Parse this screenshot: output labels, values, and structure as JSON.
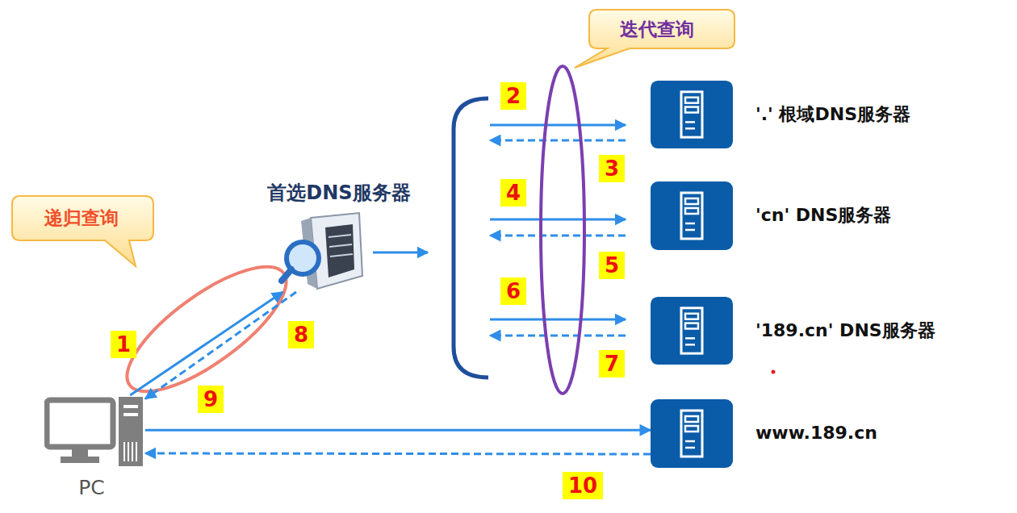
{
  "diagram": {
    "nodes": [
      {
        "text": [
          "PC"
        ]
      },
      {
        "text": [
          "首选DNS服务器"
        ]
      },
      {
        "text": [
          "'.' 根域DNS服务器"
        ]
      },
      {
        "text": [
          "'cn' DNS服务器"
        ]
      },
      {
        "text": [
          "'189.cn' DNS服务器"
        ]
      },
      {
        "text": [
          "www.189.cn"
        ]
      }
    ],
    "edges": [
      {
        "from": 0,
        "to": 1,
        "arrow": "to"
      },
      {
        "from": 1,
        "to": 0,
        "arrow": "to"
      },
      {
        "from": 0,
        "to": 5,
        "arrow": "to"
      },
      {
        "from": 5,
        "to": 0,
        "arrow": "to"
      }
    ],
    "labels": [
      "递归查询",
      "迭代查询",
      "1",
      "2",
      "3",
      "4",
      "5",
      "6",
      "7",
      "8",
      "9",
      "10"
    ]
  }
}
